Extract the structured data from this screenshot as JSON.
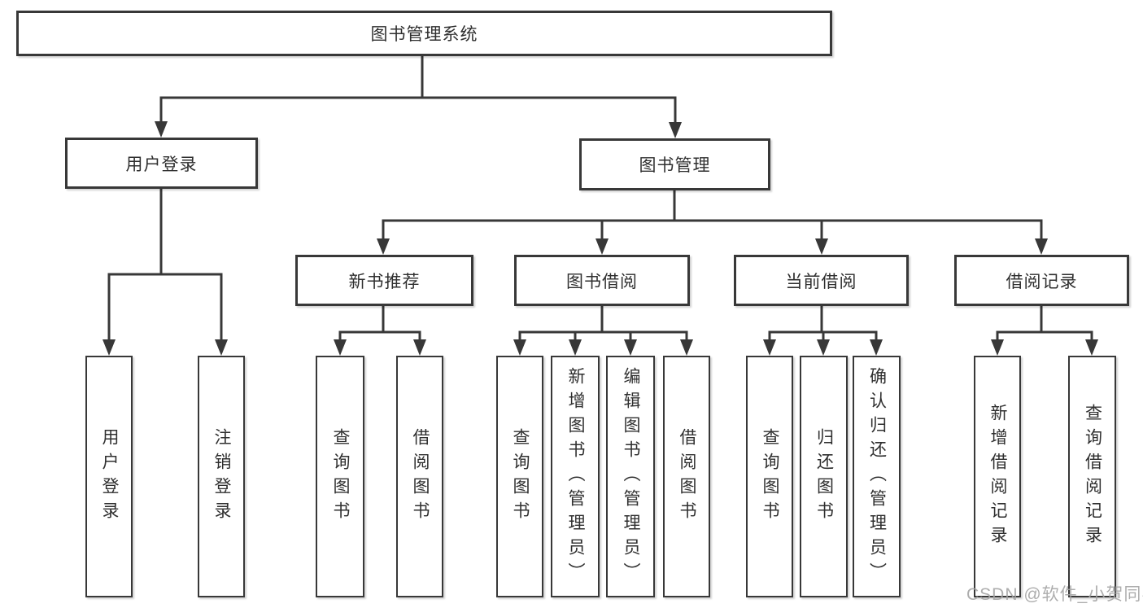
{
  "diagram": {
    "root": {
      "label": "图书管理系统"
    },
    "level2": [
      {
        "label": "用户登录",
        "children": [
          {
            "label": "用户登录"
          },
          {
            "label": "注销登录"
          }
        ]
      },
      {
        "label": "图书管理",
        "children": [
          {
            "label": "新书推荐",
            "children": [
              {
                "label": "查询图书"
              },
              {
                "label": "借阅图书"
              }
            ]
          },
          {
            "label": "图书借阅",
            "children": [
              {
                "label": "查询图书"
              },
              {
                "label": "新增图书（管理员）"
              },
              {
                "label": "编辑图书（管理员）"
              },
              {
                "label": "借阅图书"
              }
            ]
          },
          {
            "label": "当前借阅",
            "children": [
              {
                "label": "查询图书"
              },
              {
                "label": "归还图书"
              },
              {
                "label": "确认归还（管理员）"
              }
            ]
          },
          {
            "label": "借阅记录",
            "children": [
              {
                "label": "新增借阅记录"
              },
              {
                "label": "查询借阅记录"
              }
            ]
          }
        ]
      }
    ]
  },
  "watermark": {
    "text": "CSDN @软件_小贺同学"
  },
  "colors": {
    "line": "#383838",
    "box_border": "#383838",
    "box_fill": "#ffffff",
    "text": "#2f2f2f",
    "watermark": "#a4a4a4",
    "background": "#ffffff"
  }
}
